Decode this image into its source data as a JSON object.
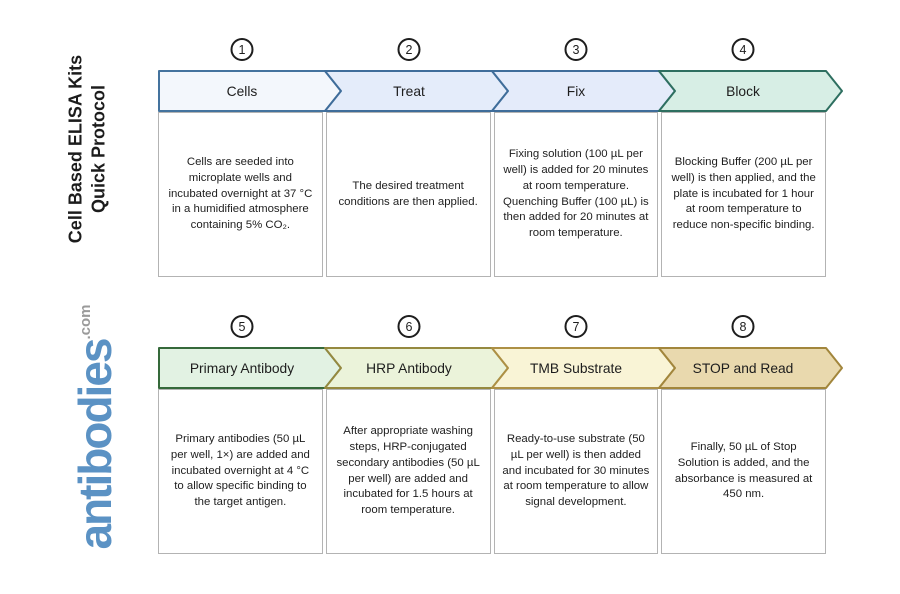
{
  "brand": {
    "title_line1": "Cell Based ELISA Kits",
    "title_line2": "Quick Protocol",
    "logo_name": "antibodies",
    "logo_tld": ".com",
    "logo_color": "#5b92c4",
    "logo_tld_color": "#9a9a9a"
  },
  "steps": [
    {
      "number": "1",
      "label": "Cells",
      "fill": "#f3f7fc",
      "border": "#44739e",
      "description": "Cells are seeded into microplate wells and incubated overnight at 37 °C in a humidified atmosphere containing 5% CO₂."
    },
    {
      "number": "2",
      "label": "Treat",
      "fill": "#e4ecfa",
      "border": "#3f6d9a",
      "description": "The desired treatment conditions are then applied."
    },
    {
      "number": "3",
      "label": "Fix",
      "fill": "#e4ebfa",
      "border": "#3f6d9a",
      "description": "Fixing solution (100 µL per well) is added for 20 minutes at room temperature. Quenching Buffer (100 µL) is then added for 20 minutes at room temperature."
    },
    {
      "number": "4",
      "label": "Block",
      "fill": "#d7eee5",
      "border": "#2e6f60",
      "description": "Blocking Buffer (200 µL per well) is then applied, and the plate is incubated for 1 hour at room temperature to reduce non-specific binding."
    },
    {
      "number": "5",
      "label": "Primary Antibody",
      "fill": "#e2f2e3",
      "border": "#35693a",
      "description": "Primary antibodies (50 µL per well, 1×) are added and incubated overnight at 4 °C to allow specific binding to the target antigen."
    },
    {
      "number": "6",
      "label": "HRP Antibody",
      "fill": "#ebf3da",
      "border": "#958940",
      "description": "After appropriate washing steps, HRP-conjugated secondary antibodies (50 µL per well) are added and incubated for 1.5 hours at room temperature."
    },
    {
      "number": "7",
      "label": "TMB Substrate",
      "fill": "#f9f4d6",
      "border": "#ad9045",
      "description": "Ready-to-use substrate (50 µL per well) is then added and incubated for 30 minutes at room temperature to allow signal development."
    },
    {
      "number": "8",
      "label": "STOP and Read",
      "fill": "#e9d9ae",
      "border": "#a2863c",
      "description": "Finally, 50 µL of Stop Solution is added, and the absorbance is measured at 450 nm."
    }
  ]
}
